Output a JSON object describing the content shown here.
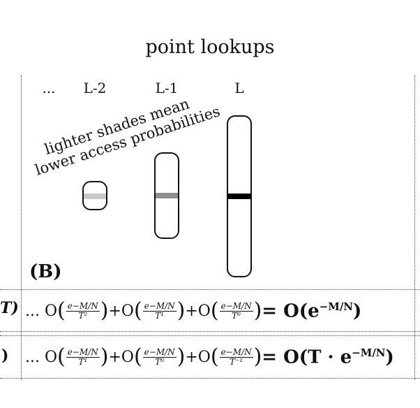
{
  "title": "point lookups",
  "levels": [
    "...",
    "L-2",
    "L-1",
    "L"
  ],
  "note_lines": [
    "lighter shades mean",
    "lower access probabilities"
  ],
  "panel_label": "(B)",
  "colors": {
    "band_L2": "#c8c8c8",
    "band_L1": "#8f8f8f",
    "band_L": "#000000"
  },
  "row1": {
    "lead": "... O",
    "frac1_num": "e−M/N",
    "frac1_den": "T²",
    "frac2_num": "e−M/N",
    "frac2_den": "T¹",
    "frac3_num": "e−M/N",
    "frac3_den": "T⁰",
    "result": "= O(e",
    "result_exp": "−M/N",
    "left_fragment": "T)"
  },
  "row2": {
    "lead": "... O",
    "frac1_num": "e−M/N",
    "frac1_den": "T¹",
    "frac2_num": "e−M/N",
    "frac2_den": "T⁰",
    "frac3_num": "e−M/N",
    "frac3_den": "T⁻¹",
    "result": "= O(T · e",
    "result_exp": "−M/N",
    "left_fragment": ")"
  }
}
